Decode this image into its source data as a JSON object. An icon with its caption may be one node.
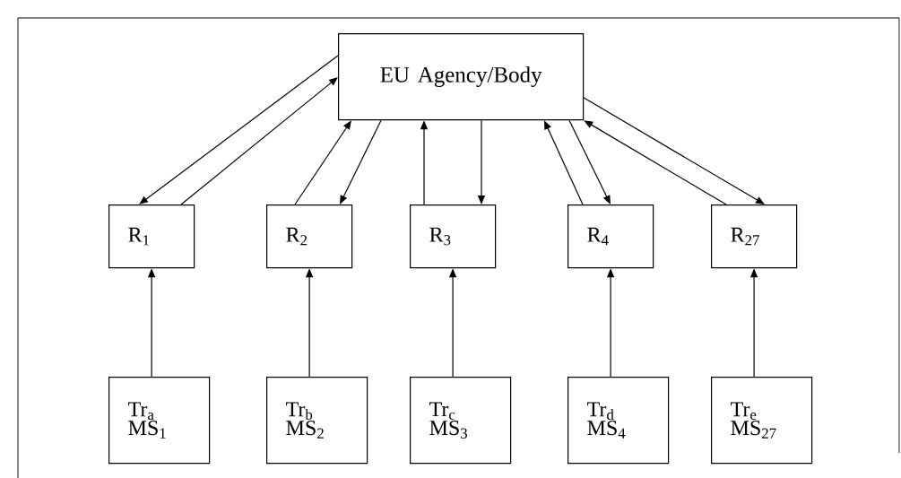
{
  "diagram": {
    "nodes": [
      {
        "text": [
          "EU Agency/Body"
        ]
      },
      {
        "text": [
          "R$_{1}$"
        ]
      },
      {
        "text": [
          "R$_{2}$"
        ]
      },
      {
        "text": [
          "R$_{3}$"
        ]
      },
      {
        "text": [
          "R$_{4}$"
        ]
      },
      {
        "text": [
          "R$_{27}$"
        ]
      },
      {
        "text": [
          "Tr$_{a}$",
          "MS$_{1}$"
        ]
      },
      {
        "text": [
          "Tr$_{b}$",
          "MS$_{2}$"
        ]
      },
      {
        "text": [
          "Tr$_{c}$",
          "MS$_{3}$"
        ]
      },
      {
        "text": [
          "Tr$_{d}$",
          "MS$_{4}$"
        ]
      },
      {
        "text": [
          "Tr$_{e}$",
          "MS$_{27}$"
        ]
      }
    ],
    "edges": [
      {
        "from": 0,
        "to": 1,
        "arrow": "to"
      },
      {
        "from": 1,
        "to": 0,
        "arrow": "to"
      },
      {
        "from": 2,
        "to": 0,
        "arrow": "to"
      },
      {
        "from": 0,
        "to": 2,
        "arrow": "to"
      },
      {
        "from": 3,
        "to": 0,
        "arrow": "to"
      },
      {
        "from": 0,
        "to": 3,
        "arrow": "to"
      },
      {
        "from": 4,
        "to": 0,
        "arrow": "to"
      },
      {
        "from": 0,
        "to": 4,
        "arrow": "to"
      },
      {
        "from": 5,
        "to": 0,
        "arrow": "to"
      },
      {
        "from": 0,
        "to": 5,
        "arrow": "to"
      },
      {
        "from": 6,
        "to": 1,
        "arrow": "to"
      },
      {
        "from": 7,
        "to": 2,
        "arrow": "to"
      },
      {
        "from": 8,
        "to": 3,
        "arrow": "to"
      },
      {
        "from": 9,
        "to": 4,
        "arrow": "to"
      },
      {
        "from": 10,
        "to": 5,
        "arrow": "to"
      }
    ]
  }
}
